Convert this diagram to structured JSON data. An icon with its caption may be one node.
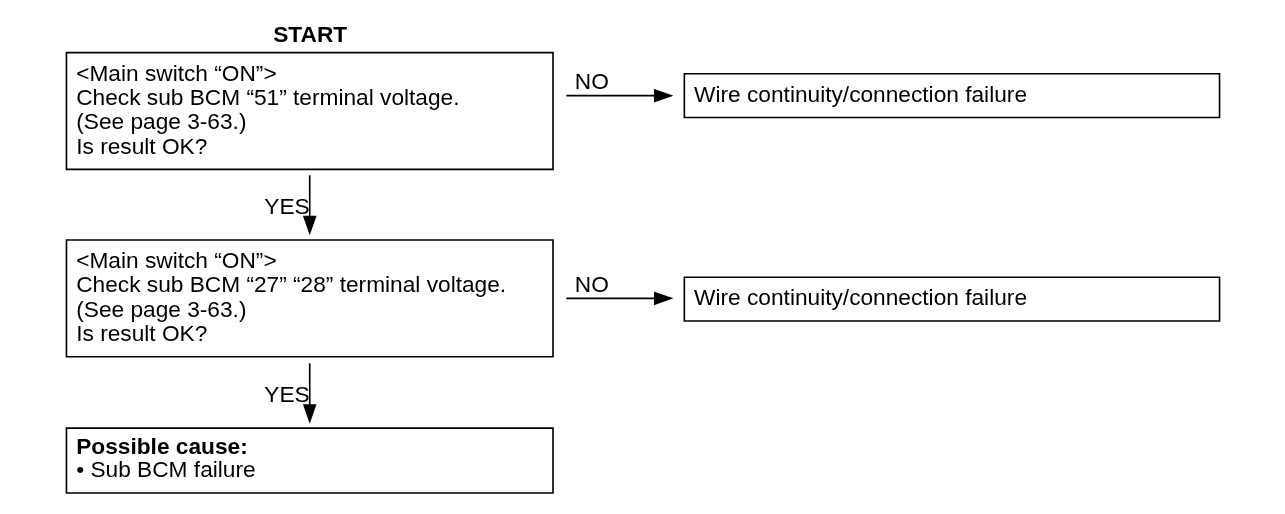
{
  "diagram": {
    "nodes": [
      {
        "text": [
          "START",
          "<Main switch “ON”>",
          "Check sub BCM “51” terminal voltage.",
          "(See page 3-63.)",
          "Is result OK?"
        ]
      },
      {
        "text": [
          "Wire continuity/connection failure"
        ]
      },
      {
        "text": [
          "<Main switch “ON”>",
          "Check sub BCM “27” “28” terminal voltage.",
          "(See page 3-63.)",
          "Is result OK?"
        ]
      },
      {
        "text": [
          "Wire continuity/connection failure"
        ]
      },
      {
        "text": [
          "Possible cause:",
          "• Sub BCM failure"
        ]
      }
    ],
    "edges": [
      {
        "from": 0,
        "to": 1,
        "arrow": "to",
        "label": "NO"
      },
      {
        "from": 0,
        "to": 2,
        "arrow": "to",
        "label": "YES"
      },
      {
        "from": 2,
        "to": 3,
        "arrow": "to",
        "label": "NO"
      },
      {
        "from": 2,
        "to": 4,
        "arrow": "to",
        "label": "YES"
      }
    ]
  }
}
